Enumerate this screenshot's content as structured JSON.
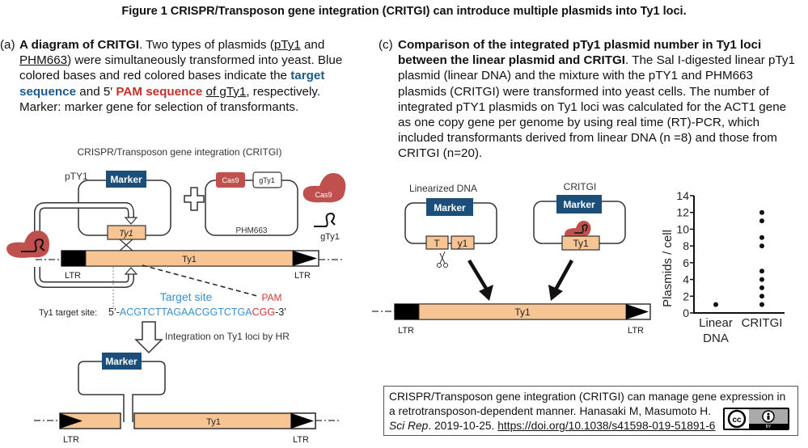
{
  "figure": {
    "title": "Figure 1 CRISPR/Transposon gene integration (CRITGI) can introduce multiple plasmids into Ty1 loci."
  },
  "panel_a": {
    "label": "(a)",
    "heading": "A diagram of CRITGI",
    "text_1": ". Two types of plasmids (",
    "link_pty1": "pTy1",
    "text_2": " and ",
    "link_phm663": "PHM663",
    "text_3": ") were simultaneously transformed into yeast. Blue colored bases and red colored bases indicate the ",
    "target_sequence": "target sequence",
    "text_4": " and 5′ ",
    "pam_sequence": "PAM sequence",
    "text_5": " ",
    "link_gty1": "of gTy1",
    "text_6": ", respectively. Marker: marker gene for selection of transformants.",
    "diagram": {
      "title": "CRISPR/Transposon gene integration (CRITGI)",
      "pty1_label": "pTY1",
      "marker": "Marker",
      "ty1_italic": "Ty1",
      "cas9": "Cas9",
      "gty1": "gTy1",
      "phm663": "PHM663",
      "ty1": "Ty1",
      "ltr": "LTR",
      "target_site": "Target site",
      "pam": "PAM",
      "ty1_target_site_label": "Ty1 target site:",
      "seq_5prime": "5’-",
      "seq_target": "ACGTCTTAGAACGGTCTGA",
      "seq_pam": "CGG",
      "seq_3prime": "-3’",
      "integration_label": "Integration on Ty1 loci by HR"
    }
  },
  "panel_c": {
    "label": "(c)",
    "heading": "Comparison of the integrated pTy1 plasmid number in Ty1 loci between the linear plasmid and CRITGI",
    "text": ". The Sal I-digested linear pTy1 plasmid (linear DNA) and the mixture with the pTY1 and PHM663 plasmids (CRITGI) were transformed into yeast cells. The number of integrated pTY1 plasmids on Ty1 loci was calculated for the ACT1 gene as one copy gene per genome by using real time (RT)-PCR, which included transformants derived from linear DNA (n =8) and those from CRITGI (n=20).",
    "diagram": {
      "linearized_title": "Linearized DNA",
      "critgi_title": "CRITGI",
      "marker": "Marker",
      "t_fragment": "T",
      "y1_fragment": "y1",
      "ty1": "Ty1",
      "ltr": "LTR"
    }
  },
  "chart_data": {
    "type": "scatter",
    "title": "",
    "xlabel": "",
    "ylabel": "Plasmids  / cell",
    "categories": [
      "Linear DNA",
      "CRITGI"
    ],
    "ylim": [
      0,
      14
    ],
    "yticks": [
      0,
      2,
      4,
      6,
      8,
      10,
      12,
      14
    ],
    "grid": false,
    "series": [
      {
        "name": "Linear DNA",
        "values": [
          1
        ]
      },
      {
        "name": "CRITGI",
        "values": [
          12,
          11,
          9,
          8,
          5,
          4,
          3,
          2,
          1
        ]
      }
    ]
  },
  "citation": {
    "line1": "CRISPR/Transposon gene integration (CRITGI) can manage gene expression in",
    "line2": "a retrotransposon-dependent manner. Hanasaki M, Masumoto H.",
    "journal": "Sci Rep",
    "date": ". 2019-10-25. ",
    "doi": "https://doi.org/10.1038/s41598-019-51891-6",
    "license_cc": "cc",
    "license_by": "BY"
  },
  "colors": {
    "marker_blue": "#1b4f7a",
    "cas9_red": "#c0504d",
    "ty1_orange": "#f7c493",
    "target_blue": "#3a8fd0",
    "pam_red": "#d03a34"
  }
}
